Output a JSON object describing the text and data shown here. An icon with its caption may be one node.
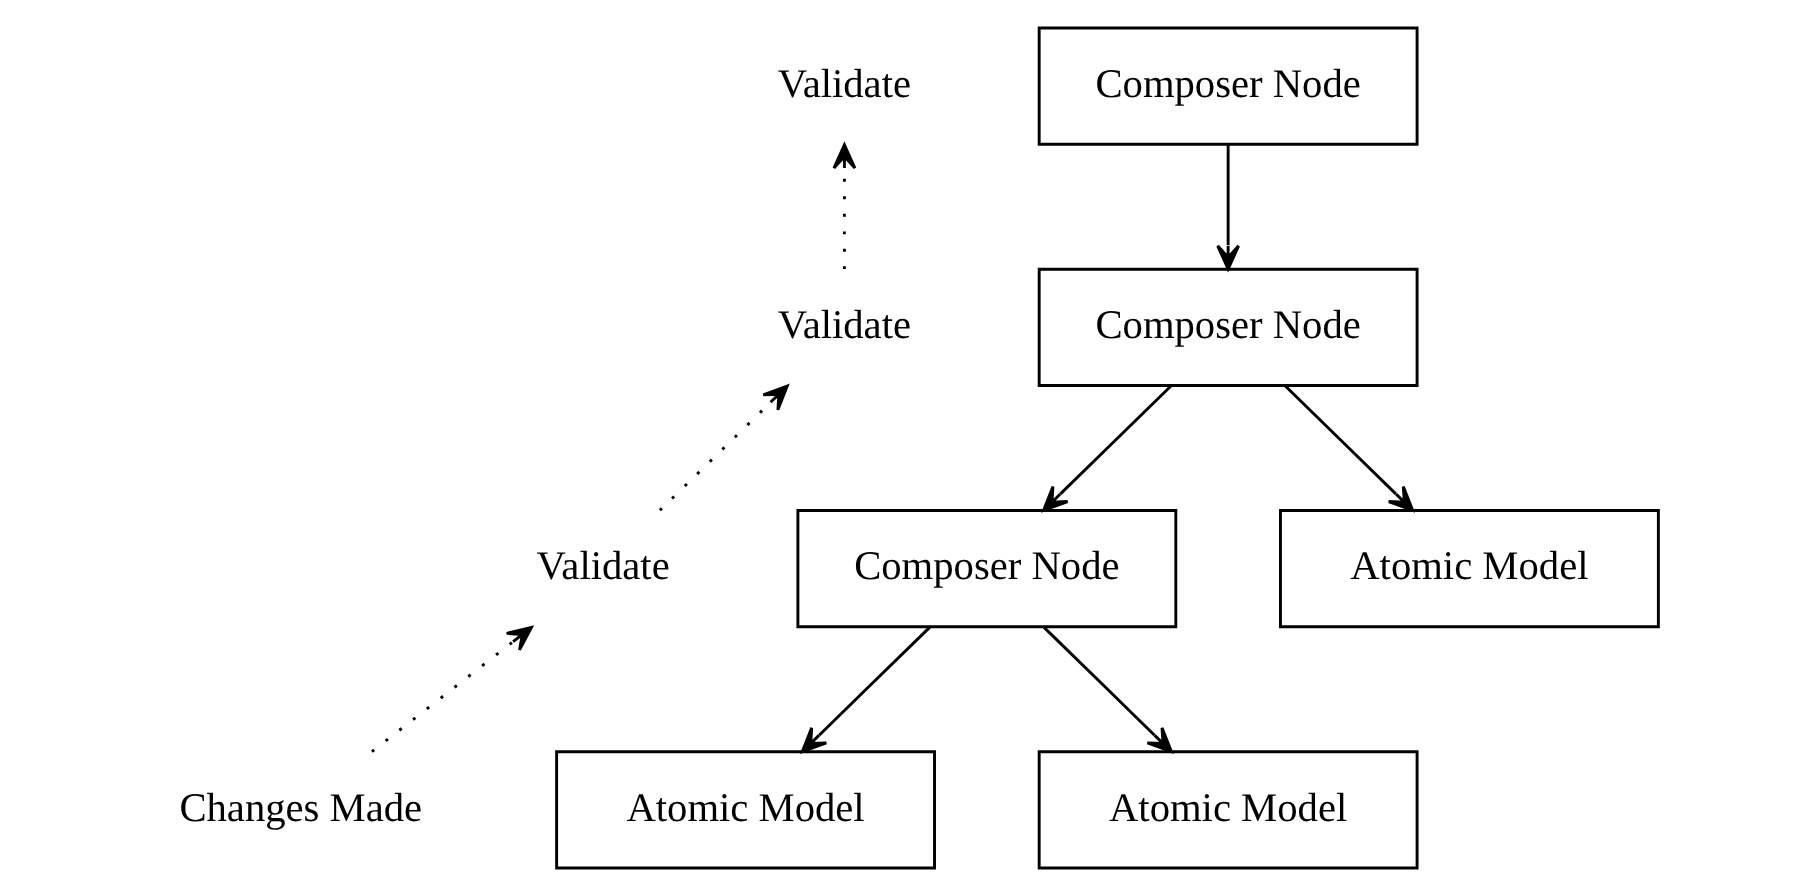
{
  "diagram": {
    "nodes": [
      {
        "text": [
          "Validate"
        ]
      },
      {
        "text": [
          "Composer Node"
        ]
      },
      {
        "text": [
          "Validate"
        ]
      },
      {
        "text": [
          "Composer Node"
        ]
      },
      {
        "text": [
          "Validate"
        ]
      },
      {
        "text": [
          "Composer Node"
        ]
      },
      {
        "text": [
          "Atomic Model"
        ]
      },
      {
        "text": [
          "Changes Made"
        ]
      },
      {
        "text": [
          "Atomic Model"
        ]
      },
      {
        "text": [
          "Atomic Model"
        ]
      }
    ],
    "edges": [
      {
        "from": 1,
        "to": 3,
        "arrow": "to"
      },
      {
        "from": 3,
        "to": 5,
        "arrow": "to"
      },
      {
        "from": 3,
        "to": 6,
        "arrow": "to"
      },
      {
        "from": 5,
        "to": 8,
        "arrow": "to"
      },
      {
        "from": 5,
        "to": 9,
        "arrow": "to"
      },
      {
        "from": 7,
        "to": 4,
        "arrow": "to",
        "style": "dashed"
      },
      {
        "from": 4,
        "to": 2,
        "arrow": "to",
        "style": "dashed"
      },
      {
        "from": 2,
        "to": 0,
        "arrow": "to",
        "style": "dashed"
      }
    ]
  }
}
